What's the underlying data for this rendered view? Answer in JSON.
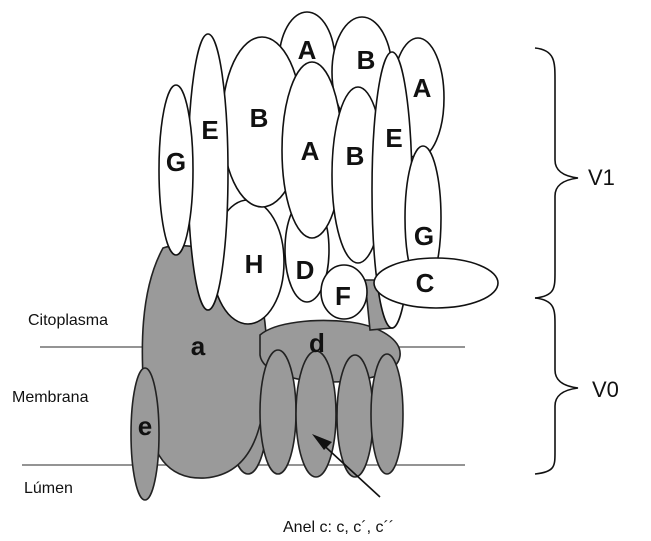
{
  "subunits": {
    "A_top": "A",
    "B_top": "B",
    "A_right": "A",
    "G_left": "G",
    "E_left": "E",
    "B_mid": "B",
    "A_mid": "A",
    "B_right": "B",
    "E_right": "E",
    "G_right": "G",
    "H": "H",
    "D": "D",
    "F": "F",
    "C": "C",
    "a": "a",
    "d": "d",
    "e": "e"
  },
  "labels": {
    "cytoplasm": "Citoplasma",
    "membrane": "Membrana",
    "lumen": "Lúmen",
    "ring": "Anel c: c, c´, c´´"
  },
  "domains": {
    "v1": "V1",
    "v0": "V0"
  },
  "colors": {
    "soluble": "#ffffff",
    "membrane_embedded": "#9a9a9a",
    "outline": "#111111"
  }
}
